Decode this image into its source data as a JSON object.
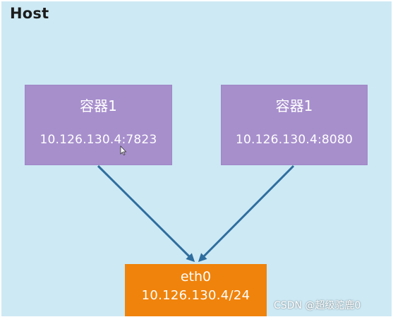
{
  "host": {
    "label": "Host"
  },
  "containers": [
    {
      "name": "容器1",
      "address": "10.126.130.4:7823"
    },
    {
      "name": "容器1",
      "address": "10.126.130.4:8080"
    }
  ],
  "interface": {
    "name": "eth0",
    "address": "10.126.130.4/24"
  },
  "watermark": "CSDN @超级驼鹿0",
  "colors": {
    "host_background": "#cde9f4",
    "container_fill": "#a78fcc",
    "interface_fill": "#f0830b",
    "arrow": "#2f6e9e"
  },
  "icons": {
    "cursor": "mouse-pointer-icon"
  }
}
